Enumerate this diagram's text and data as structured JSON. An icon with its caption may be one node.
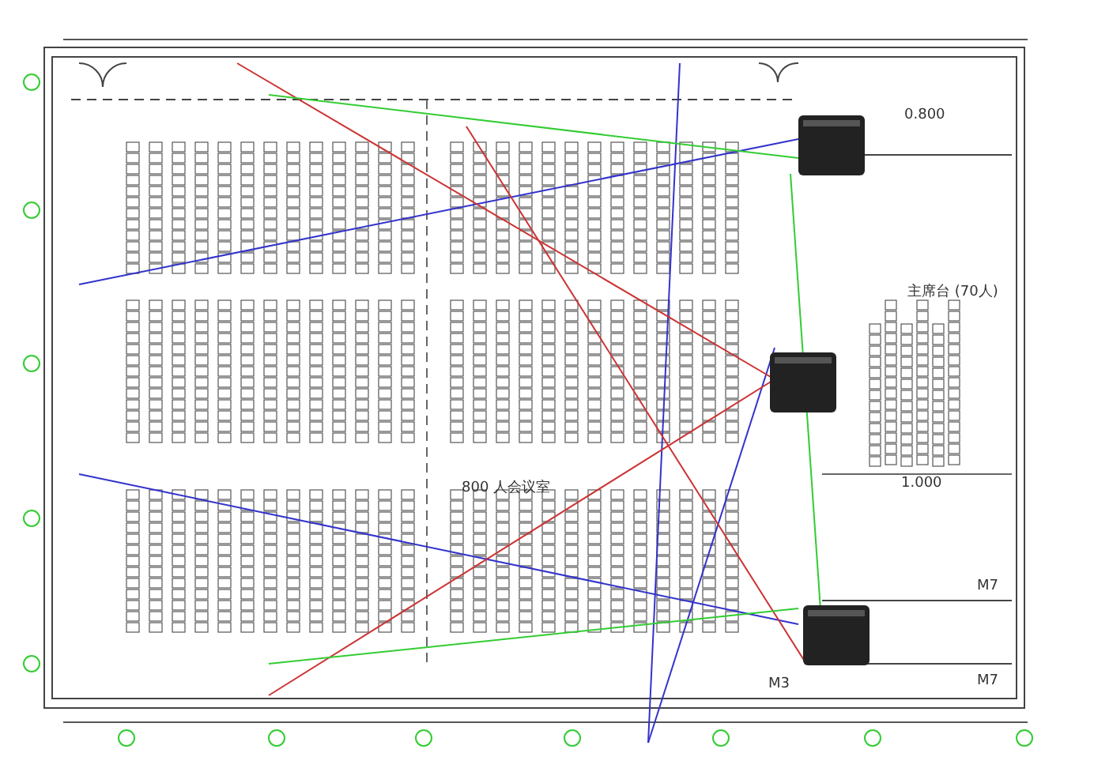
{
  "diagram": {
    "labels": [
      "0.800",
      "主席台 (70人)",
      "800 人会议室",
      "1.000",
      "M7",
      "M3",
      "M7"
    ]
  }
}
